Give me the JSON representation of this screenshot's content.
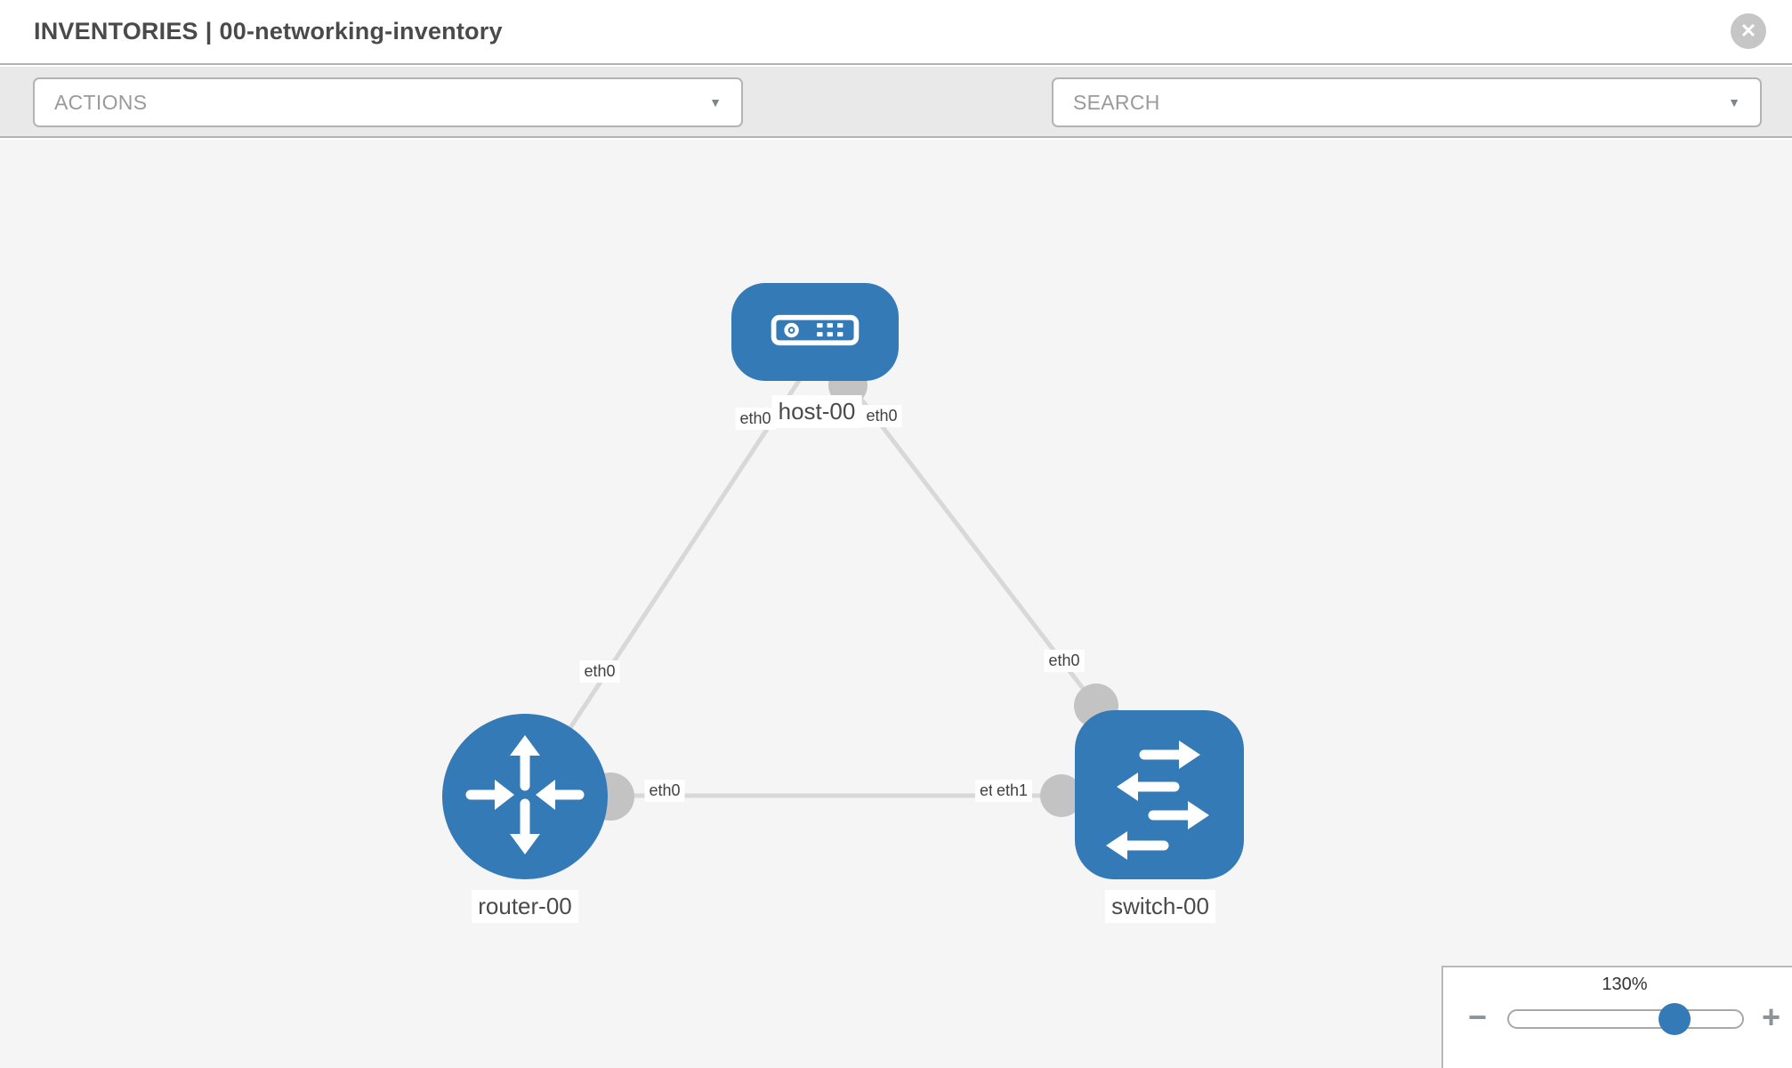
{
  "header": {
    "section": "INVENTORIES",
    "separator": "|",
    "inventory_name": "00-networking-inventory",
    "close_glyph": "✕"
  },
  "toolbar": {
    "actions_label": "ACTIONS",
    "search_label": "SEARCH",
    "caret_glyph": "▼",
    "icons": [
      "wrench-icon",
      "key-icon"
    ]
  },
  "topology": {
    "nodes": [
      {
        "label": "host-00",
        "type": "host",
        "icon": "server-icon"
      },
      {
        "label": "router-00",
        "type": "router",
        "icon": "router-arrows-icon"
      },
      {
        "label": "switch-00",
        "type": "switch",
        "icon": "switch-arrows-icon"
      }
    ],
    "links": [
      {
        "from": "router-00",
        "from_iface": "eth0",
        "to": "host-00",
        "to_iface": "eth0"
      },
      {
        "from": "switch-00",
        "from_iface": "eth0",
        "to": "host-00",
        "to_iface": "eth0"
      },
      {
        "from": "router-00",
        "from_iface": "eth0",
        "to": "switch-00",
        "to_iface": "eth1"
      }
    ],
    "iface_labels": {
      "host_left": "eth0",
      "host_right": "eth0",
      "router_top": "eth0",
      "switch_top": "eth0",
      "router_right": "eth0",
      "switch_left_under": "eth1",
      "switch_left_over": "eth1"
    }
  },
  "zoom_control": {
    "value": "130%",
    "percent": 130,
    "minus_glyph": "−",
    "plus_glyph": "+"
  },
  "colors": {
    "node_blue": "#337ab7",
    "link_gray": "#d8d8d8",
    "connector_gray": "#c3c3c3",
    "toolbar_bg": "#e9e9e9",
    "canvas_bg": "#f5f5f5",
    "border_gray": "#b3b3b3",
    "text_dark": "#4a4a4a",
    "text_muted": "#9a9a9a"
  }
}
